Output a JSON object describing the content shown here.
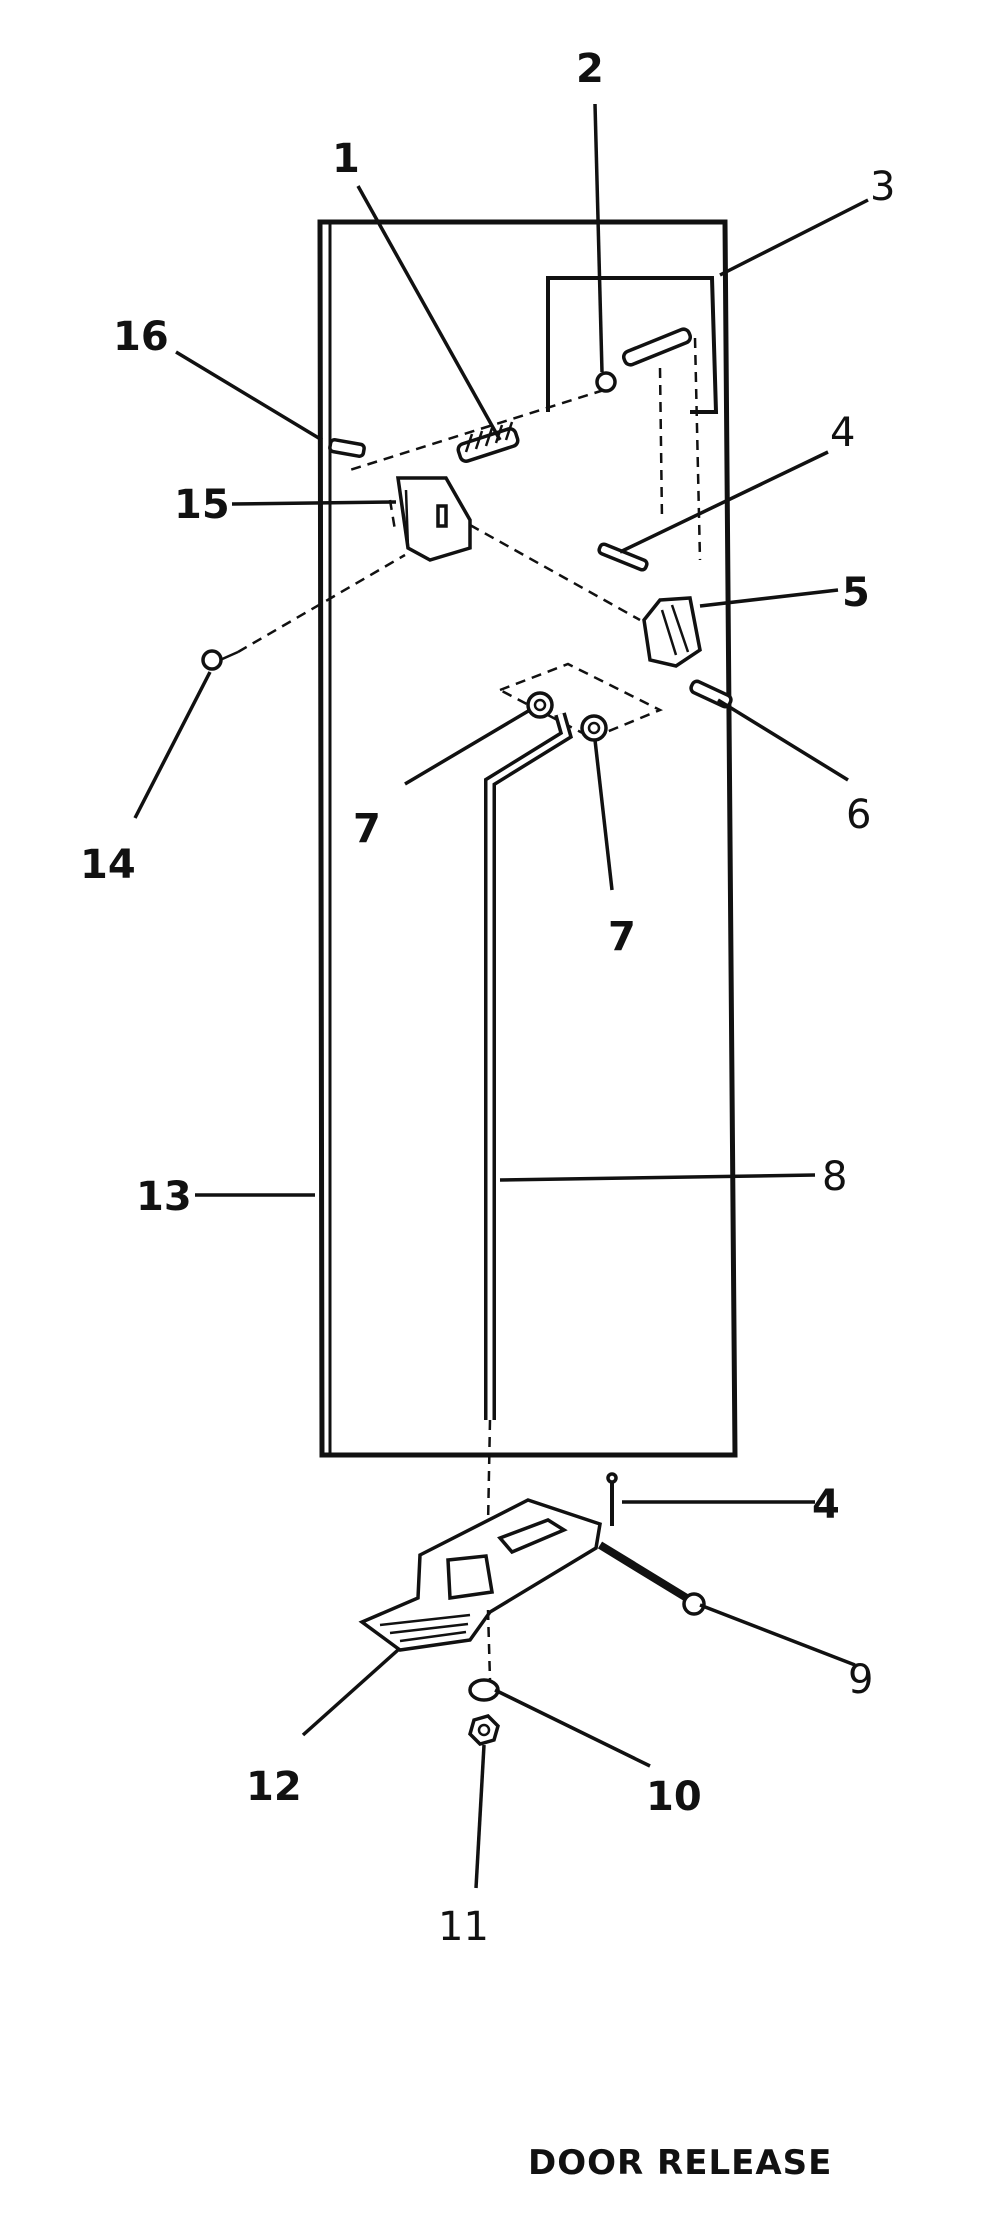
{
  "diagram": {
    "caption": "DOOR RELEASE",
    "callouts": {
      "c1": "1",
      "c2": "2",
      "c3": "3",
      "c4a": "4",
      "c4b": "4",
      "c5": "5",
      "c6": "6",
      "c7a": "7",
      "c7b": "7",
      "c8": "8",
      "c9": "9",
      "c10": "10",
      "c11": "11",
      "c12": "12",
      "c13": "13",
      "c14": "14",
      "c15": "15",
      "c16": "16"
    }
  }
}
